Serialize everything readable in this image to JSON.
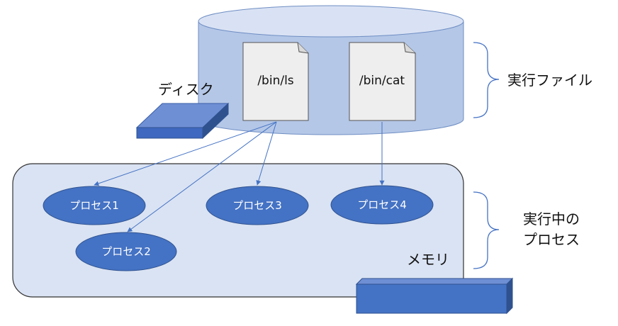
{
  "disk_label": "ディスク",
  "memory_label": "メモリ",
  "files": [
    "/bin/ls",
    "/bin/cat"
  ],
  "executable_label": "実行ファイル",
  "running_label": [
    "実行中の",
    "プロセス"
  ],
  "processes": [
    "プロセス1",
    "プロセス2",
    "プロセス3",
    "プロセス4"
  ],
  "colors": {
    "cylinder_fill": "#b4c7e7",
    "cylinder_top": "#d9e2f4",
    "memory_fill": "#dae3f3",
    "process_fill": "#4472c4",
    "arrow": "#4472c4",
    "file_fill": "#eeeeee"
  }
}
